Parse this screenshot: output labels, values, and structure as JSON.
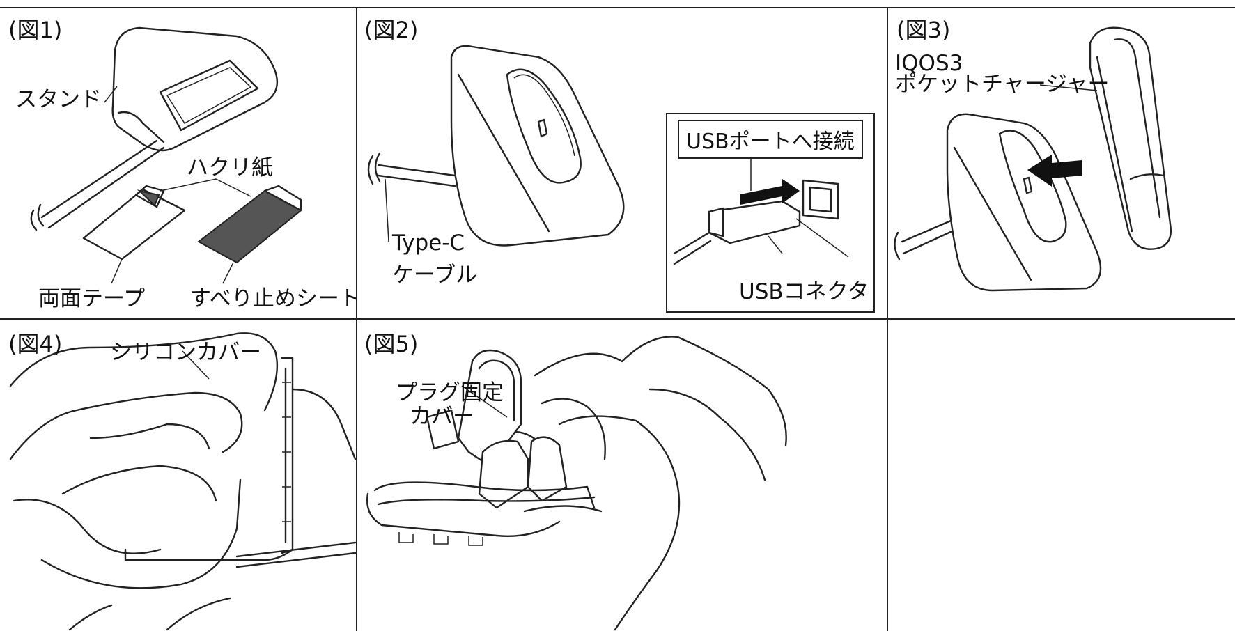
{
  "figures": {
    "fig1": {
      "title": "(図1)",
      "stand": "スタンド",
      "release_paper": "ハクリ紙",
      "double_tape": "両面テープ",
      "anti_slip": "すべり止めシート"
    },
    "fig2": {
      "title": "(図2)",
      "cable_line1": "Type-C",
      "cable_line2": "ケーブル",
      "usb_port": "USBポートへ接続",
      "usb_connector": "USBコネクタ"
    },
    "fig3": {
      "title": "(図3)",
      "device_line1": "IQOS3",
      "device_line2": "ポケットチャージャー"
    },
    "fig4": {
      "title": "(図4)",
      "silicone_cover": "シリコンカバー"
    },
    "fig5": {
      "title": "(図5)",
      "plug_line1": "プラグ固定",
      "plug_line2": "カバー"
    }
  },
  "colors": {
    "line": "#222222",
    "background": "#ffffff",
    "fill_dark": "#555555"
  }
}
